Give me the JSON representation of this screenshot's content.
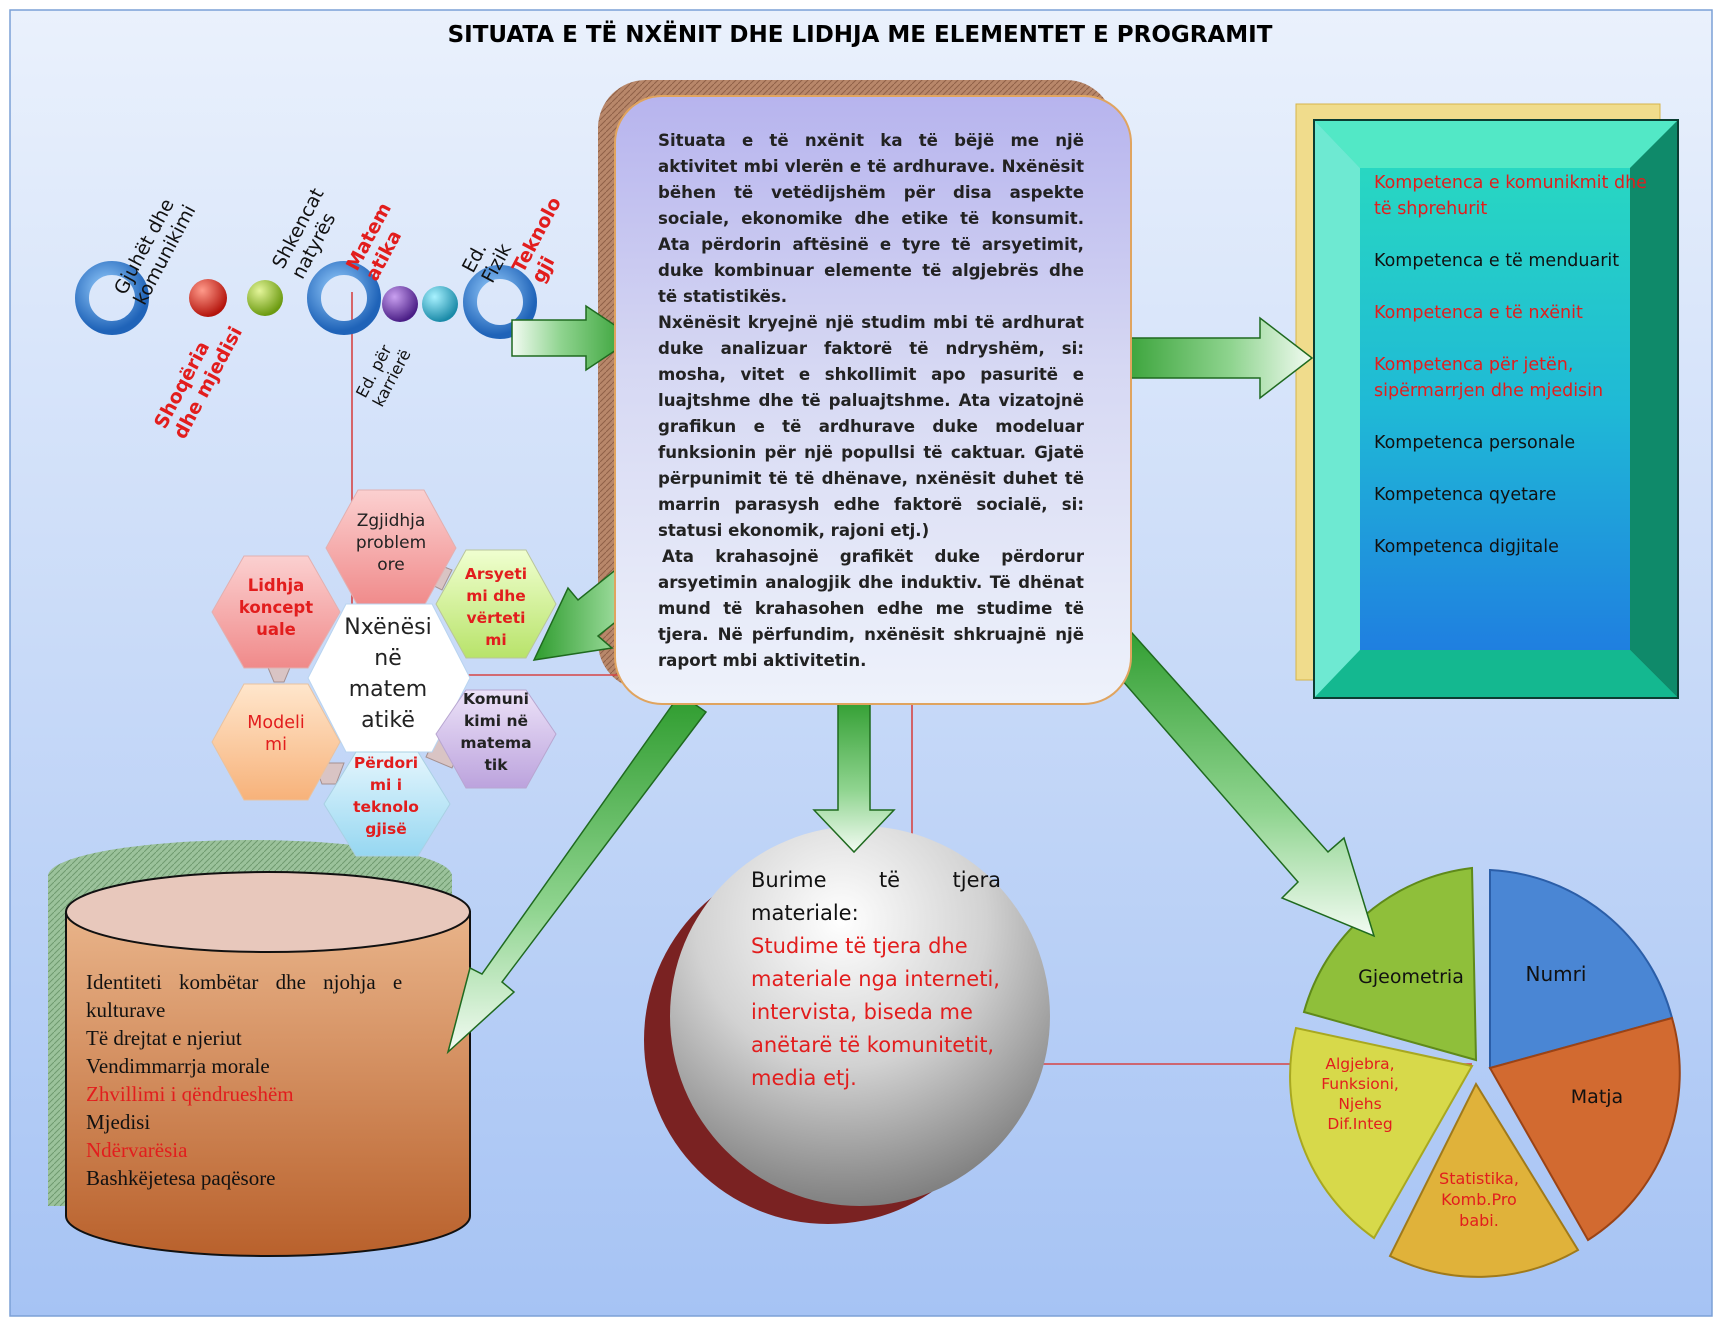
{
  "title": "SITUATA E TË NXËNIT DHE LIDHJA ME ELEMENTET E PROGRAMIT",
  "center": {
    "paragraph1": "Situata e të nxënit ka të bëjë me një aktivitet mbi vlerën e të ardhurave. Nxënësit bëhen të vetëdijshëm për disa aspekte sociale, ekonomike dhe etike të konsumit. Ata përdorin aftësinë e tyre të arsyetimit, duke kombinuar elemente të algjebrës dhe të statistikës.",
    "paragraph2": "Nxënësit kryejnë një studim mbi të ardhurat duke analizuar faktorë të ndryshëm, si: mosha, vitet e shkollimit apo pasuritë e luajtshme dhe të paluajtshme. Ata vizatojnë grafikun e të ardhurave duke modeluar funksionin për një popullsi të caktuar. Gjatë përpunimit të të dhënave, nxënësit duhet të marrin parasysh edhe faktorë socialë, si: statusi ekonomik, rajoni etj.)",
    "paragraph3": "Ata krahasojnë grafikët duke përdorur arsyetimin analogjik dhe induktiv. Të dhënat mund të krahasohen edhe me studime të tjera. Në përfundim, nxënësit shkruajnë një raport mbi aktivitetin."
  },
  "subjects": {
    "gjuhet": "Gjuhët dhe komunikimi",
    "shoqeria": "Shoqëria dhe mjedisi",
    "shkencat": "Shkencat natyrës",
    "matematika": "Matem atika",
    "ed_karriere": "Ed. për karrierë",
    "ed_fizik": "Ed. Fizik",
    "teknologji": "Teknolo gji"
  },
  "competences": [
    {
      "label": "Kompetenca e komunikmit dhe të shprehurit",
      "color": "red"
    },
    {
      "label": "Kompetenca e të menduarit",
      "color": "black"
    },
    {
      "label": "Kompetenca e të nxënit",
      "color": "red"
    },
    {
      "label": "Kompetenca për jetën, sipërmarrjen  dhe mjedisin",
      "color": "red"
    },
    {
      "label": "Kompetenca personale",
      "color": "black"
    },
    {
      "label": "Kompetenca qyetare",
      "color": "black"
    },
    {
      "label": "Kompetenca digjitale",
      "color": "black"
    }
  ],
  "hexagons": {
    "center": "Nxënësi në matem atikë",
    "zgjidhja": "Zgjidhja problem ore",
    "lidhja": "Lidhja koncept uale",
    "arsyetimi": "Arsyeti mi dhe vërteti mi",
    "modelimi": "Modeli mi",
    "komunikimi": "Komuni kimi në matema tik",
    "perdorimi": "Përdori mi i teknolo gjisë"
  },
  "cylinder": {
    "items": [
      {
        "text": "Identiteti kombëtar dhe njohja e",
        "color": "black"
      },
      {
        "text": "kulturave",
        "color": "black"
      },
      {
        "text": "Të drejtat e njeriut",
        "color": "black"
      },
      {
        "text": "Vendimmarrja morale",
        "color": "black"
      },
      {
        "text": "Zhvillimi i qëndrueshëm",
        "color": "red"
      },
      {
        "text": "Mjedisi",
        "color": "black"
      },
      {
        "text": "Ndërvarësia",
        "color": "red"
      },
      {
        "text": "Bashkëjetesa paqësore",
        "color": "black"
      }
    ]
  },
  "sphere": {
    "heading_1": "Burime",
    "heading_2": "të",
    "heading_3": "tjera",
    "heading_4": "materiale:",
    "body": "Studime të tjera dhe materiale nga interneti,  intervista, biseda me anëtarë të komunitetit, media etj."
  },
  "pie": {
    "gjeometria": "Gjeometria",
    "numri": "Numri",
    "matja": "Matja",
    "statistika": "Statistika, Komb.Pro babi.",
    "algjebra": "Algjebra, Funksioni, Njehs Dif.Integ"
  },
  "colors": {
    "green_arrow": "#3fb33f",
    "red_text": "#e21d1d",
    "teal_frame": "#2fd8b4",
    "cylinder_body": "#c97945",
    "sphere_dark": "#7a2222",
    "pie_blue": "#4a86d4",
    "pie_orange": "#d26a30",
    "pie_yellow": "#e0b23a",
    "pie_green": "#8fbf3a"
  }
}
